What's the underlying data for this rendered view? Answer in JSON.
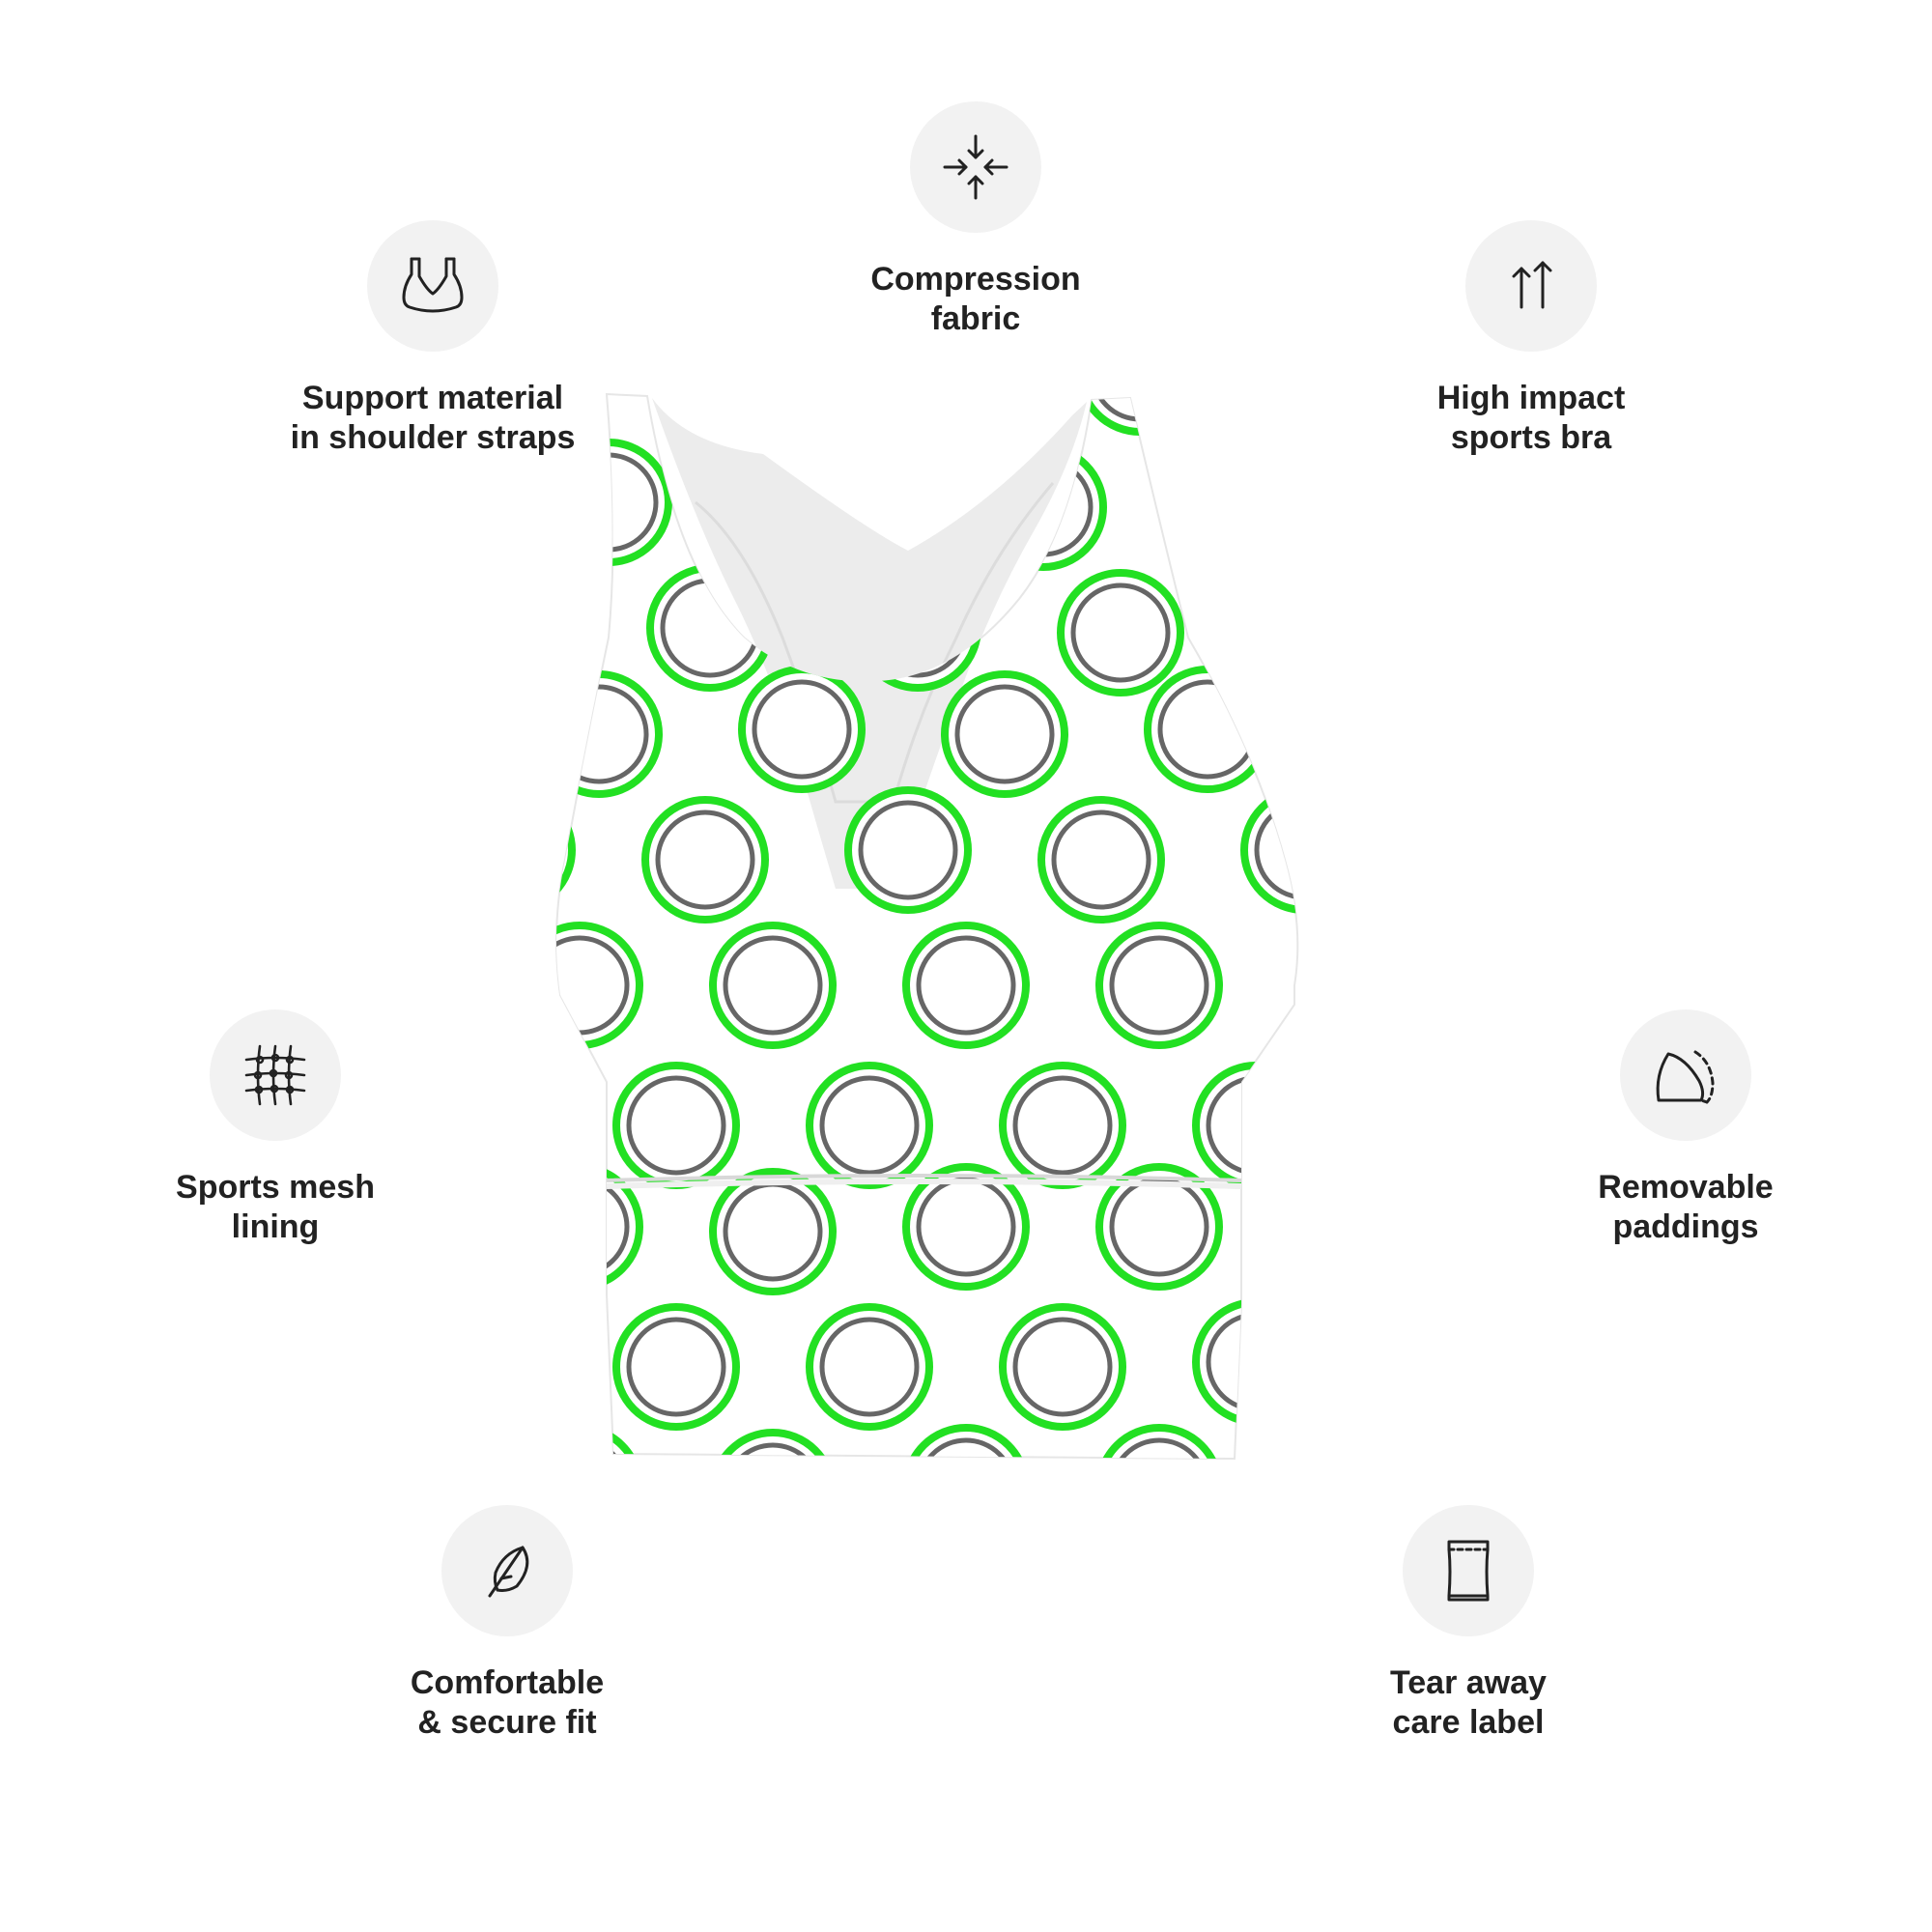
{
  "features": [
    {
      "id": "compression",
      "icon": "compress-arrows-icon",
      "label": "Compression\nfabric"
    },
    {
      "id": "support",
      "icon": "sports-bra-icon",
      "label": "Support material\nin shoulder straps"
    },
    {
      "id": "high-impact",
      "icon": "up-arrows-icon",
      "label": "High impact\nsports bra"
    },
    {
      "id": "mesh",
      "icon": "mesh-net-icon",
      "label": "Sports mesh\nlining"
    },
    {
      "id": "paddings",
      "icon": "padding-cup-icon",
      "label": "Removable\npaddings"
    },
    {
      "id": "fit",
      "icon": "feather-icon",
      "label": "Comfortable\n& secure fit"
    },
    {
      "id": "care-label",
      "icon": "care-label-icon",
      "label": "Tear away\ncare label"
    }
  ],
  "product": {
    "name_icon": "sports-bra-product-image",
    "pattern_colors": {
      "outer_ring": "#22e022",
      "inner_ring": "#666666",
      "fabric": "#ffffff",
      "lining": "#e8e8e8"
    }
  }
}
